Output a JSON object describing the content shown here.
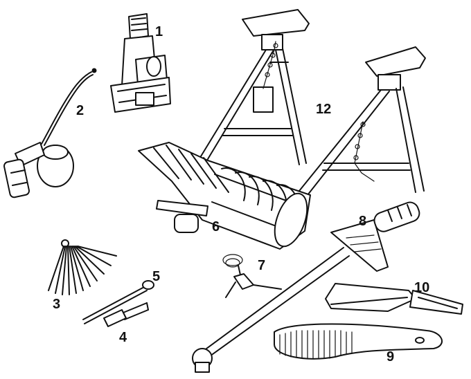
{
  "figure": {
    "callouts": [
      {
        "id": "jack",
        "label": "1"
      },
      {
        "id": "oil-can",
        "label": "2"
      },
      {
        "id": "feeler-gauge",
        "label": "3"
      },
      {
        "id": "screwdriver-punch",
        "label": "4"
      },
      {
        "id": "probe",
        "label": "5"
      },
      {
        "id": "spring-compressor",
        "label": "6"
      },
      {
        "id": "test-lamp",
        "label": "7"
      },
      {
        "id": "torque-wrench",
        "label": "8"
      },
      {
        "id": "wire-brush",
        "label": "9"
      },
      {
        "id": "hacksaw",
        "label": "10"
      },
      {
        "id": "axle-stands",
        "label": "12"
      }
    ]
  }
}
